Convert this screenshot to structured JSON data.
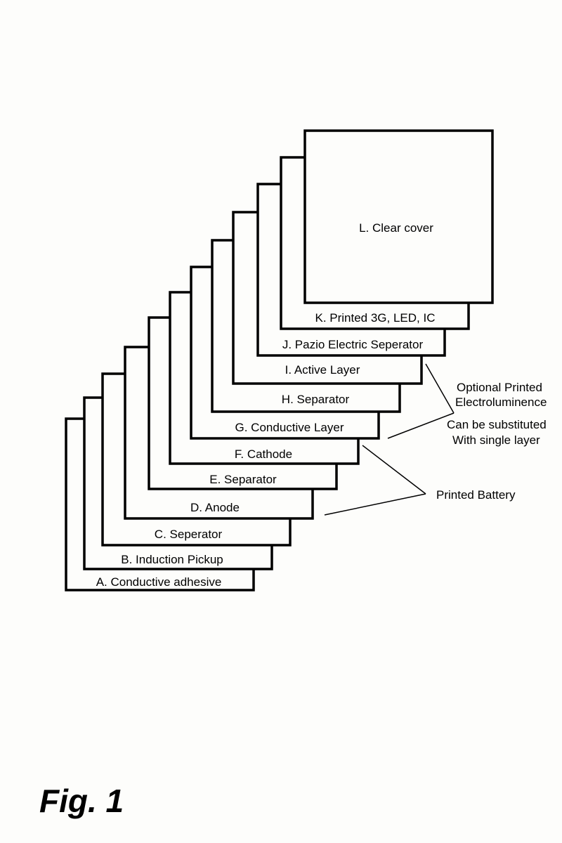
{
  "layers": [
    {
      "id": "A",
      "label": "A.  Conductive adhesive"
    },
    {
      "id": "B",
      "label": "B. Induction Pickup"
    },
    {
      "id": "C",
      "label": "C. Seperator"
    },
    {
      "id": "D",
      "label": "D. Anode"
    },
    {
      "id": "E",
      "label": "E. Separator"
    },
    {
      "id": "F",
      "label": "F. Cathode"
    },
    {
      "id": "G",
      "label": "G. Conductive Layer"
    },
    {
      "id": "H",
      "label": "H. Separator"
    },
    {
      "id": "I",
      "label": "I. Active Layer"
    },
    {
      "id": "J",
      "label": "J. Pazio Electric Seperator"
    },
    {
      "id": "K",
      "label": "K. Printed 3G, LED, IC"
    },
    {
      "id": "L",
      "label": "L. Clear cover"
    }
  ],
  "annotations": {
    "electroluminence": {
      "line1": "Optional Printed",
      "line2": "Electroluminence",
      "line3": "Can be substituted",
      "line4": "With single layer"
    },
    "battery": {
      "label": "Printed Battery"
    }
  },
  "caption": "Fig. 1",
  "colors": {
    "stroke": "#000000",
    "background": "#fdfdfb"
  }
}
